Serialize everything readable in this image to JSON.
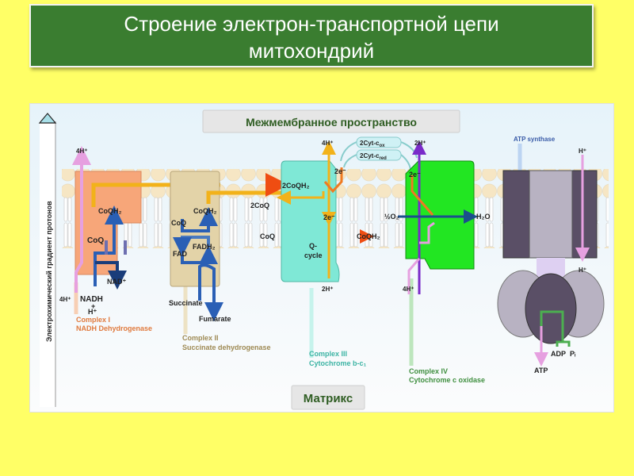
{
  "title": {
    "line1": "Строение электрон-транспортной цепи",
    "line2": "митохондрий"
  },
  "regions": {
    "intermembrane_space": "Межмембранное пространство",
    "matrix": "Матрикс",
    "gradient_axis": "Электрохимический градиент протонов"
  },
  "complex1": {
    "name": "Complex I",
    "subtitle": "NADH Dehydrogenase",
    "color": "#f7a679",
    "labels": {
      "h_out": "4H⁺",
      "h_in": "4H⁺",
      "coqh2": "CoQH₂",
      "coq": "CoQ",
      "nadh": "NADH",
      "plus": "+",
      "h": "H⁺",
      "nad": "NAD⁺"
    }
  },
  "complex2": {
    "name": "Complex II",
    "subtitle": "Succinate dehydrogenase",
    "color": "#e3d3a8",
    "labels": {
      "coqh2": "CoQH₂",
      "coq": "CoQ",
      "fadh2": "FADH₂",
      "fad": "FAD",
      "succinate": "Succinate",
      "fumarate": "Fumarate"
    }
  },
  "complex3": {
    "name": "Complex III",
    "subtitle": "Cytochrome b-c₁",
    "color": "#7fe8d6",
    "labels": {
      "h_out": "4H⁺",
      "h_in": "2H⁺",
      "two_coqh2": "2CoQH₂",
      "two_coq": "2CoQ",
      "e_top": "2e⁻",
      "e_mid": "2e⁻",
      "coq": "CoQ",
      "coqh2": "CoQH₂",
      "qcycle1": "Q-",
      "qcycle2": "cycle"
    }
  },
  "cytochrome_c": {
    "ox": "2Cyt-c",
    "ox_sub": "ox",
    "red": "2Cyt-c",
    "red_sub": "red"
  },
  "complex4": {
    "name": "Complex IV",
    "subtitle": "Cytochrome c oxidase",
    "color": "#22e622",
    "labels": {
      "h_out": "2H⁺",
      "h_in": "4H⁺",
      "e": "2e⁻",
      "o2": "½O₂",
      "h2o": "H₂O"
    }
  },
  "atp_synthase": {
    "name": "ATP synthase",
    "labels": {
      "h_top": "H⁺",
      "h_bottom": "H⁺",
      "adp": "ADP",
      "pi": "Pᵢ",
      "atp": "ATP"
    }
  }
}
